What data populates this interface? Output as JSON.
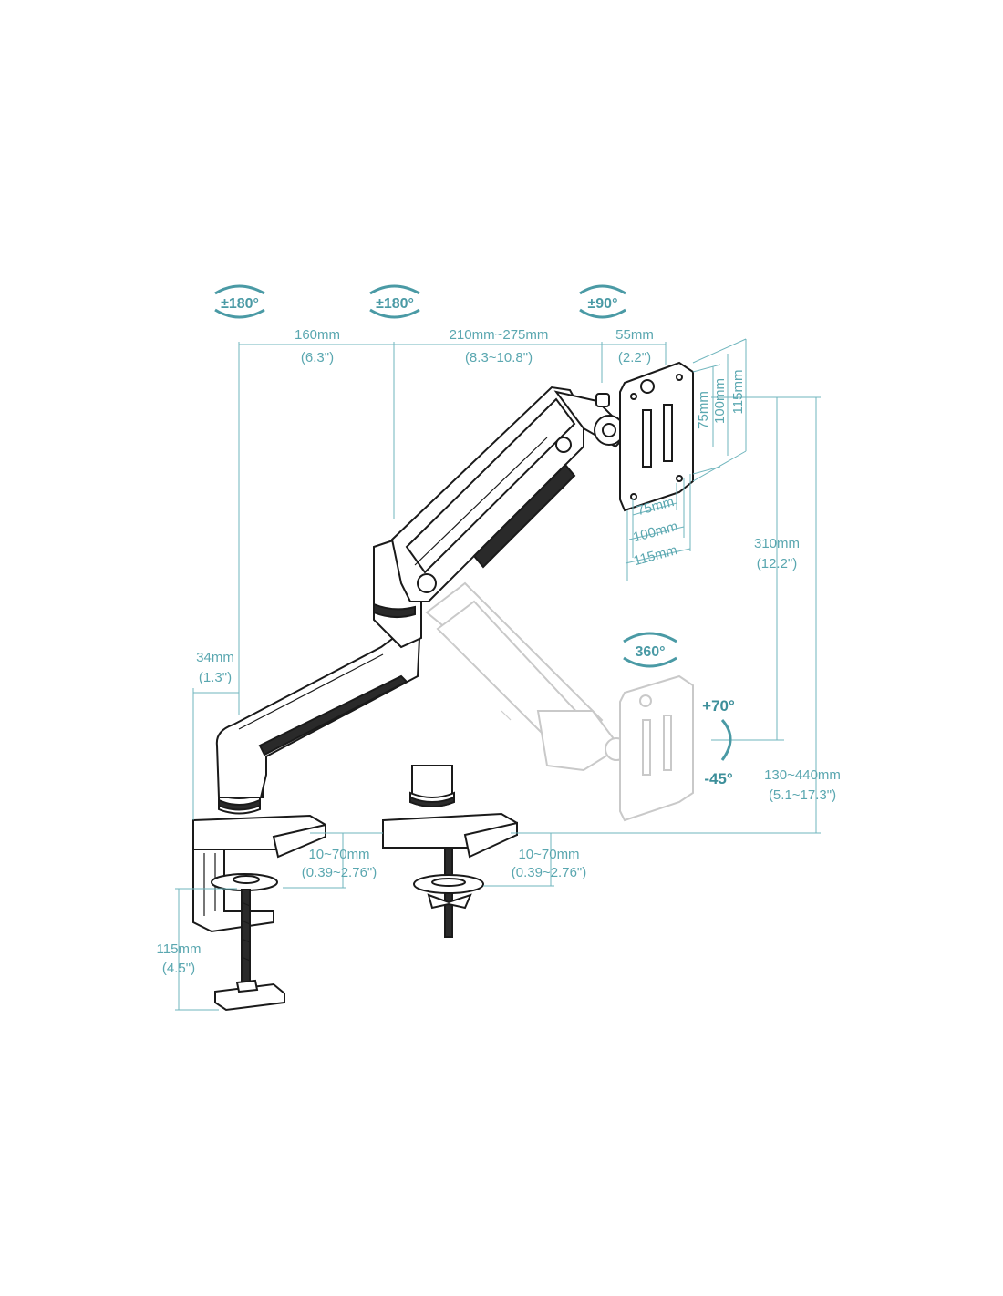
{
  "colors": {
    "dimension": "#5aa7b0",
    "badge": "#4a9aa5",
    "outline": "#1a1a1a",
    "ghost": "#c9c9c9"
  },
  "rotations": {
    "base_joint": "±180°",
    "elbow_joint": "±180°",
    "head_tilt": "±90°",
    "swivel": "360°",
    "tilt_up": "+70°",
    "tilt_down": "-45°"
  },
  "dimensions": {
    "lower_arm": {
      "mm": "160mm",
      "inch": "(6.3\")"
    },
    "upper_arm": {
      "mm": "210mm~275mm",
      "inch": "(8.3~10.8\")"
    },
    "head_offset": {
      "mm": "55mm",
      "inch": "(2.2\")"
    },
    "pole_offset": {
      "mm": "34mm",
      "inch": "(1.3\")"
    },
    "vertical_travel": {
      "mm": "310mm",
      "inch": "(12.2\")"
    },
    "total_height": {
      "mm": "130~440mm",
      "inch": "(5.1~17.3\")"
    },
    "desk_clamp_thickness": {
      "mm": "10~70mm",
      "inch": "(0.39~2.76\")"
    },
    "grommet_thickness": {
      "mm": "10~70mm",
      "inch": "(0.39~2.76\")"
    },
    "clamp_depth": {
      "mm": "115mm",
      "inch": "(4.5\")"
    },
    "vesa_horizontal": [
      "75mm",
      "100mm",
      "115mm"
    ],
    "vesa_vertical": [
      "75mm",
      "100mm",
      "115mm"
    ]
  }
}
